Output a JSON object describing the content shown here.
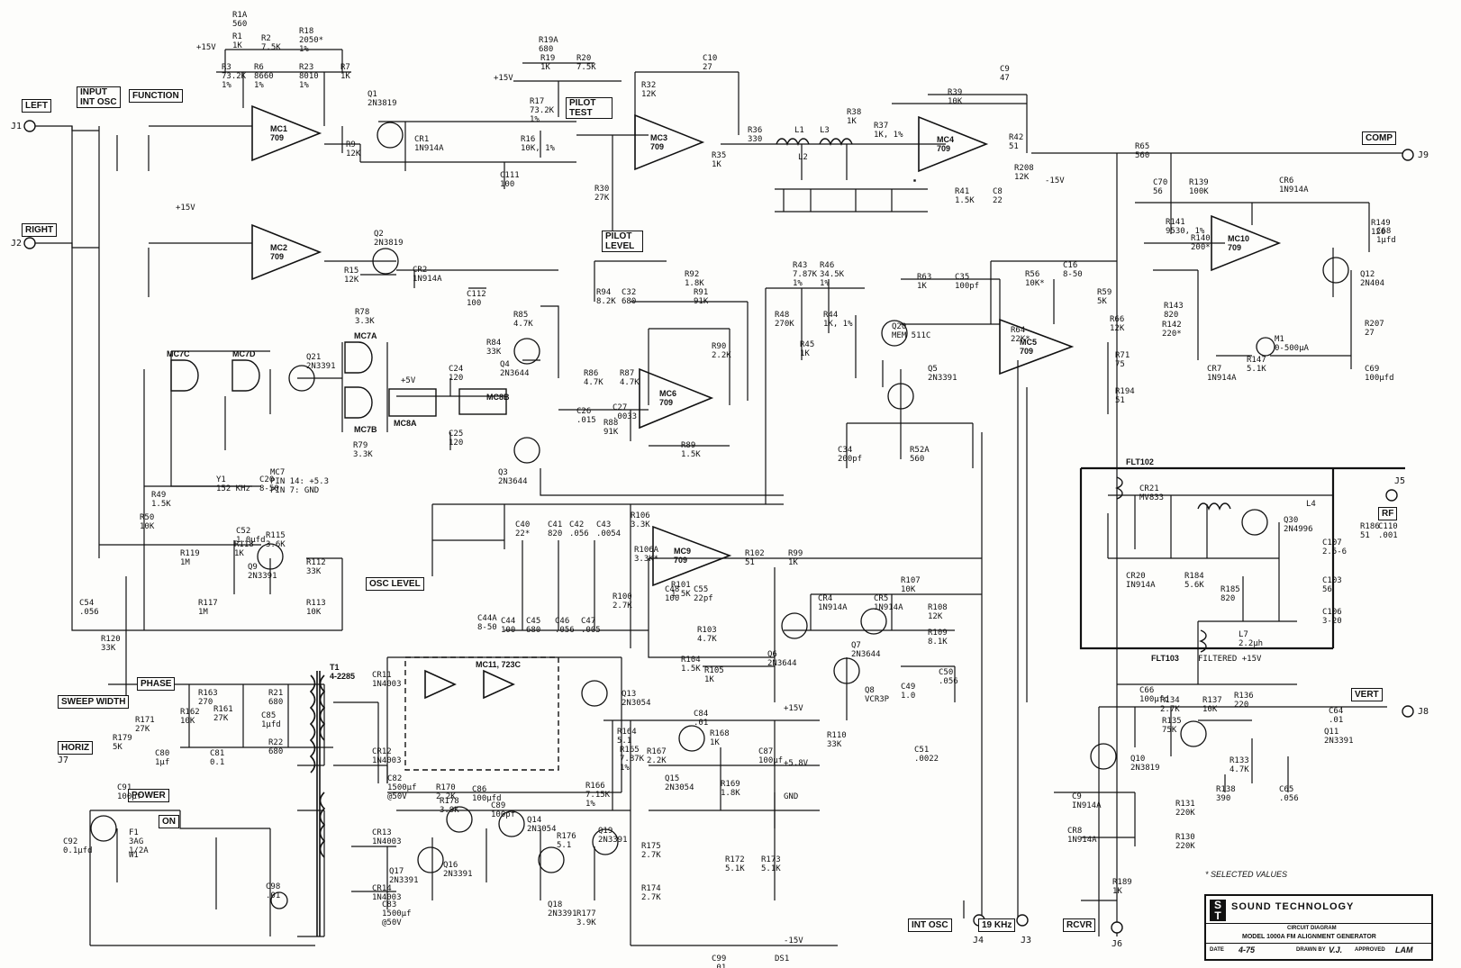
{
  "connectors": {
    "left": "LEFT",
    "right": "RIGHT",
    "input": "INPUT",
    "int_osc": "INT OSC",
    "function": "FUNCTION",
    "pilot_test": "PILOT TEST",
    "pilot_level": "PILOT LEVEL",
    "comp": "COMP",
    "rf": "RF",
    "vert": "VERT",
    "horiz": "HORIZ",
    "sweep_width": "SWEEP WIDTH",
    "phase": "PHASE",
    "power": "POWER",
    "on": "ON",
    "osc_level": "OSC LEVEL",
    "int_osc_out": "INT OSC",
    "khz19": "19 KHz",
    "rcvr": "RCVR"
  },
  "jacks": {
    "j1": "J1",
    "j2": "J2",
    "j3": "J3",
    "j4": "J4",
    "j5": "J5",
    "j6": "J6",
    "j7": "J7",
    "j8": "J8",
    "j9": "J9"
  },
  "ics": {
    "mc1": "MC1\n709",
    "mc2": "MC2\n709",
    "mc3": "MC3\n709",
    "mc4": "MC4\n709",
    "mc5": "MC5\n709",
    "mc6": "MC6\n709",
    "mc9": "MC9\n709",
    "mc10": "MC10\n709",
    "mc11": "MC11, 723C",
    "mc7a": "MC7A",
    "mc7b": "MC7B",
    "mc7c": "MC7C",
    "mc7d": "MC7D",
    "mc8a": "MC8A",
    "mc8b": "MC8B",
    "flt102": "FLT102",
    "flt103": "FLT103",
    "t1": "T1\n4-2285"
  },
  "components": [
    "R1A\n560",
    "R1\n1K",
    "R2\n7.5K",
    "R18\n2050*\n1%",
    "R7\n1K",
    "R3\n73.2K\n1%",
    "R6\n8660\n1%",
    "R23\n8010\n1%",
    "Q1\n2N3819",
    "R9\n12K",
    "CR1\n1N914A",
    "C111\n100",
    "R19A\n680",
    "R19\n1K",
    "R20\n7.5K",
    "R17\n73.2K\n1%",
    "R16\n10K, 1%",
    "R30\n27K",
    "R32\n12K",
    "C10\n27",
    "R35\n1K",
    "R36\n330",
    "L1",
    "L3",
    "L2",
    "R38\n1K",
    "R37\n1K, 1%",
    "C9\n47",
    "R39\n10K",
    "R42\n51",
    "R65\n560",
    "R208\n12K",
    "R41\n1.5K",
    "C8\n22",
    "Q2\n2N3819",
    "R15\n12K",
    "CR2\n1N914A",
    "C112\n100",
    "R94\n8.2K",
    "C32\n680",
    "R92\n1.8K",
    "R91\n91K",
    "R90\n2.2K",
    "R85\n4.7K",
    "R84\n33K",
    "Q4\n2N3644",
    "Q3\n2N3644",
    "Q21\n2N3391",
    "R78\n3.3K",
    "R79\n3.3K",
    "C24\n120",
    "C25\n120",
    "C26\n.015",
    "C27\n.0033",
    "R86\n4.7K",
    "R87\n4.7K",
    "R88\n91K",
    "R89\n1.5K",
    "R43\n7.87K\n1%",
    "R46\n34.5K\n1%",
    "R48\n270K",
    "R44\n1K, 1%",
    "R45\n1K",
    "Q20\nMEM 511C",
    "R63\n1K",
    "C35\n100pf",
    "R56\n10K*",
    "C16\n8-50",
    "R59\n5K",
    "R66\n12K",
    "R64\n22K*",
    "R71\n75",
    "R194\n51",
    "Q5\n2N3391",
    "R52A\n560",
    "C34\n200pf",
    "C70\n56",
    "R139\n100K",
    "CR6\n1N914A",
    "R141\n9530, 1%",
    "R140\n200*",
    "R143\n820",
    "R142\n220*",
    "CR7\n1N914A",
    "R147\n5.1K",
    "M1\n0-500μA",
    "Q12\n2N404",
    "R149\n120",
    "C68\n1μfd",
    "R207\n27",
    "C69\n100μfd",
    "CR21\nMV833",
    "Q30\n2N4996",
    "L4",
    "R186\n51",
    "C110\n.001",
    "CR20\nIN914A",
    "R184\n5.6K",
    "R185\n820",
    "C107\n2.5-6",
    "C103\n56",
    "C106\n3-20",
    "L7\n2.2μh",
    "C66\n100μfd",
    "R136\n220",
    "R134\n2.7K",
    "R137\n10K",
    "R135\n75K",
    "C64\n.01",
    "Q11\n2N3391",
    "Q10\n2N3819",
    "R133\n4.7K",
    "R138\n390",
    "C65\n.056",
    "R131\n220K",
    "R130\n220K",
    "R189\n1K",
    "C9\nIN914A",
    "CR8\n1N914A",
    "Q9\n2N3391",
    "R112\n33K",
    "R115\n3.6K",
    "C52\n1.0μfd",
    "R118\n1K",
    "R119\n1M",
    "R117\n1M",
    "R113\n10K",
    "C54\n.056",
    "R120\n33K",
    "R50\n10K",
    "R49\n1.5K",
    "Y1\n152 KHz",
    "C20\n8-50",
    "C40\n22*",
    "C41\n820",
    "C42\n.056",
    "C43\n.0054",
    "R106\n3.3K",
    "R106A\n3.3K*",
    "R102\n51",
    "R99\n1K",
    "R100\n2.7K",
    "C44A\n8-50",
    "C44\n100",
    "C45\n680",
    "C46\n.056",
    "C47\n.005",
    "R101\n1.5K",
    "C55\n22pf",
    "C48\n100",
    "R103\n4.7K",
    "R104\n1.5K",
    "R105\n1K",
    "Q6\n2N3644",
    "Q7\n2N3644",
    "CR4\n1N914A",
    "CR5\n1N914A",
    "R107\n10K",
    "R108\n12K",
    "R109\n8.1K",
    "Q8\nVCR3P",
    "C50\n.056",
    "C49\n1.0",
    "R110\n33K",
    "C51\n.0022",
    "R163\n270",
    "R171\n27K",
    "R162\n10K",
    "R161\n27K",
    "R179\n5K",
    "C80\n1μf",
    "C81\n0.1",
    "R21\n680",
    "R22\n680",
    "C85\n1μfd",
    "CR11\n1N4003",
    "CR12\n1N4003",
    "C82\n1500μf\n@50V",
    "CR13\n1N4003",
    "CR14\n1N4003",
    "C83\n1500μf\n@50V",
    "Q13\n2N3054",
    "R164\n5.1",
    "R165\n7.87K\n1%",
    "R166\n7.15K\n1%",
    "C84\n.01",
    "R167\n2.2K",
    "R168\n1K",
    "Q15\n2N3054",
    "R169\n1.8K",
    "C87\n100μf",
    "R170\n2.2K",
    "C86\n100μfd",
    "R178\n3.9K",
    "C89\n100pf",
    "Q14\n2N3054",
    "R176\n5.1",
    "Q19\n2N3391",
    "Q16\n2N3391",
    "Q17\n2N3391",
    "Q18\n2N3391",
    "R177\n3.9K",
    "R175\n2.7K",
    "R174\n2.7K",
    "R172\n5.1K",
    "R173\n5.1K",
    "C91\n100μf",
    "C92\n0.1μfd",
    "F1\n3AG\n1/2A",
    "W1",
    "C98\n.01",
    "C99\n.01",
    "DS1"
  ],
  "notes": {
    "selected": "* SELECTED VALUES",
    "mc7": "MC7\nPIN 14: +5.3\nPIN 7: GND"
  },
  "rails": {
    "p15": "+15V",
    "m15": "-15V",
    "p5": "+5V",
    "p58": "+5.8V",
    "gnd": "GND",
    "filtered": "FILTERED +15V"
  },
  "title_block": {
    "company": "SOUND TECHNOLOGY",
    "doc": "CIRCUIT DIAGRAM",
    "model": "MODEL 1000A FM ALIGNMENT GENERATOR",
    "date_label": "DATE",
    "date": "4-75",
    "drawn_label": "DRAWN BY",
    "drawn": "V.J.",
    "approved_label": "APPROVED",
    "approved": "LAM"
  }
}
